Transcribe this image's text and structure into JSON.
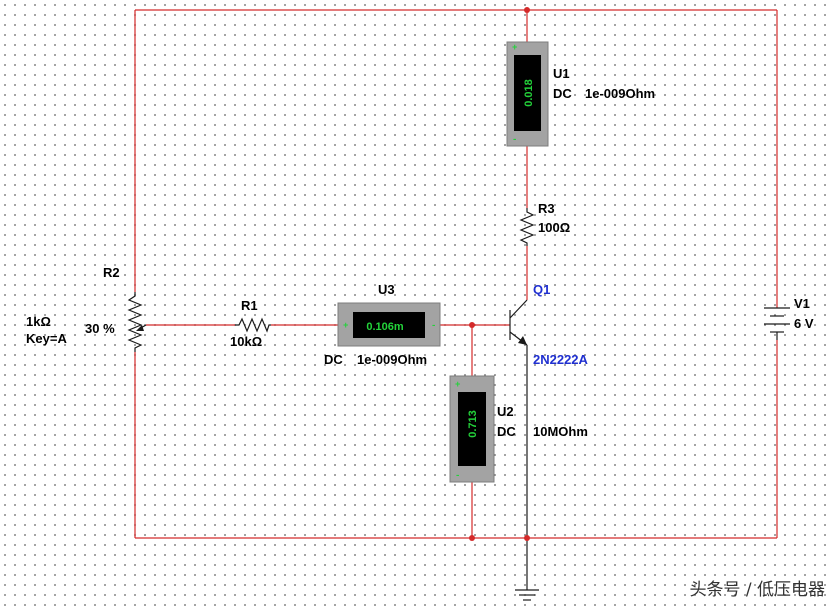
{
  "components": {
    "u1": {
      "ref": "U1",
      "mode": "DC",
      "resistance": "1e-009Ohm",
      "reading": "0.018"
    },
    "u2": {
      "ref": "U2",
      "mode": "DC",
      "resistance": "10MOhm",
      "reading": "0.713"
    },
    "u3": {
      "ref": "U3",
      "mode": "DC",
      "resistance": "1e-009Ohm",
      "reading": "0.106m"
    },
    "r1": {
      "ref": "R1",
      "value": "10kΩ"
    },
    "r2": {
      "ref": "R2",
      "value": "1kΩ",
      "key": "Key=A",
      "percent": "30 %"
    },
    "r3": {
      "ref": "R3",
      "value": "100Ω"
    },
    "q1": {
      "ref": "Q1",
      "model": "2N2222A"
    },
    "v1": {
      "ref": "V1",
      "value": "6 V"
    }
  },
  "colors": {
    "wire": "#d42a2a",
    "meter_digits": "#23d23a",
    "transistor_label": "#1f2fd0"
  },
  "watermark": "头条号 / 低压电器"
}
